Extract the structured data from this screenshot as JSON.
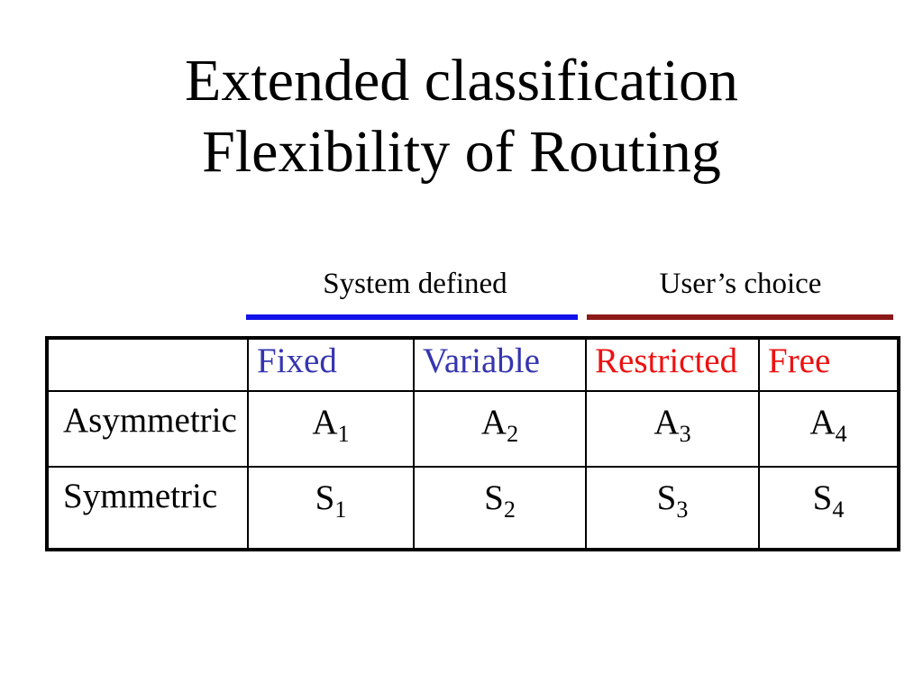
{
  "slide": {
    "title_line1": "Extended classification",
    "title_line2": "Flexibility of Routing"
  },
  "groups": {
    "system_defined": {
      "label": "System defined"
    },
    "users_choice": {
      "label": "User’s choice"
    }
  },
  "table": {
    "header": [
      "",
      "Fixed",
      "Variable",
      "Restricted",
      "Free"
    ],
    "rows": [
      {
        "label": "Asymmetric",
        "cells": [
          {
            "base": "A",
            "sub": "1"
          },
          {
            "base": "A",
            "sub": "2"
          },
          {
            "base": "A",
            "sub": "3"
          },
          {
            "base": "A",
            "sub": "4"
          }
        ]
      },
      {
        "label": "Symmetric",
        "cells": [
          {
            "base": "S",
            "sub": "1"
          },
          {
            "base": "S",
            "sub": "2"
          },
          {
            "base": "S",
            "sub": "3"
          },
          {
            "base": "S",
            "sub": "4"
          }
        ]
      }
    ]
  },
  "colors": {
    "background": "#ffffff",
    "text_black": "#000000",
    "header_blue": "#3535b0",
    "header_red": "#ee1111",
    "underline_blue": "#1212e8",
    "underline_red": "#8b1a18"
  }
}
